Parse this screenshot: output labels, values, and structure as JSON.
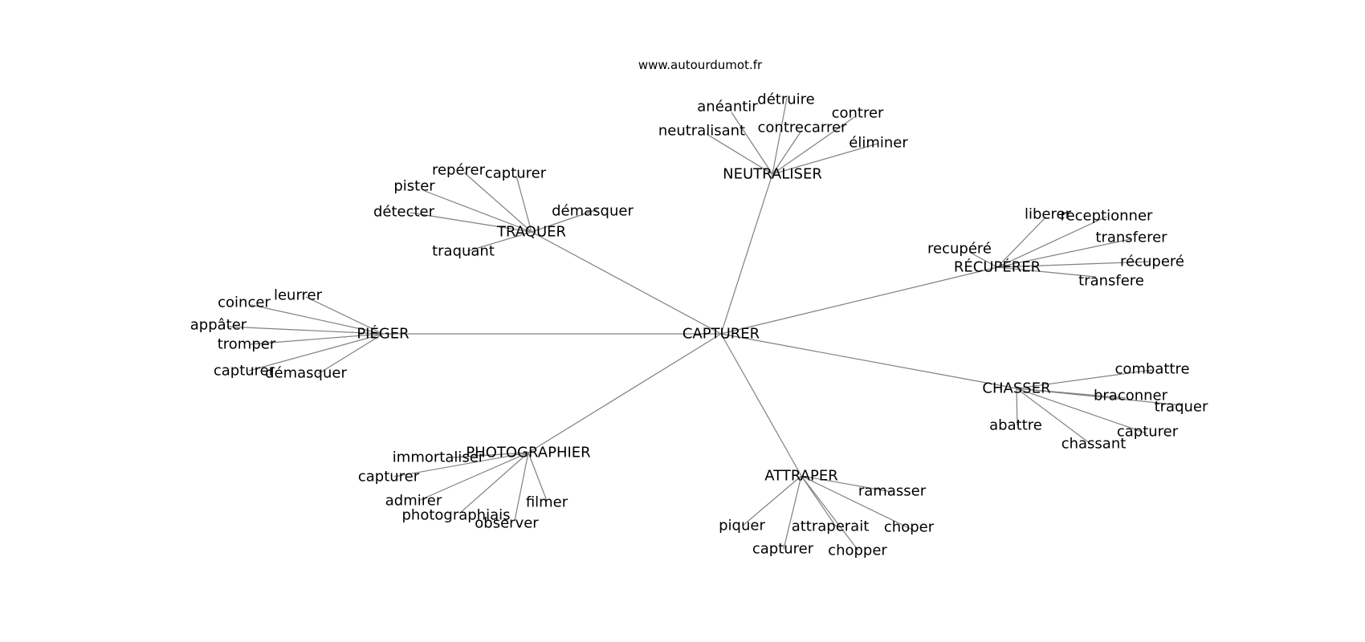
{
  "watermark": "www.autourdumot.fr",
  "root": "CAPTURER",
  "groups": [
    {
      "label": "NEUTRALISER",
      "leaves": [
        "anéantir",
        "détruire",
        "contrer",
        "neutralisant",
        "contrecarrer",
        "éliminer"
      ]
    },
    {
      "label": "TRAQUER",
      "leaves": [
        "repérer",
        "capturer",
        "pister",
        "démasquer",
        "détecter",
        "traquant"
      ]
    },
    {
      "label": "RÉCUPÉRER",
      "leaves": [
        "liberer",
        "receptionner",
        "recupéré",
        "transferer",
        "récuperé",
        "transfere"
      ]
    },
    {
      "label": "PIÉGER",
      "leaves": [
        "leurrer",
        "coincer",
        "appâter",
        "tromper",
        "capturer",
        "démasquer"
      ]
    },
    {
      "label": "CHASSER",
      "leaves": [
        "combattre",
        "braconner",
        "traquer",
        "abattre",
        "capturer",
        "chassant"
      ]
    },
    {
      "label": "PHOTOGRAPHIER",
      "leaves": [
        "immortaliser",
        "capturer",
        "admirer",
        "photographiais",
        "observer",
        "filmer"
      ]
    },
    {
      "label": "ATTRAPER",
      "leaves": [
        "ramasser",
        "piquer",
        "attraperait",
        "choper",
        "capturer",
        "chopper"
      ]
    }
  ]
}
